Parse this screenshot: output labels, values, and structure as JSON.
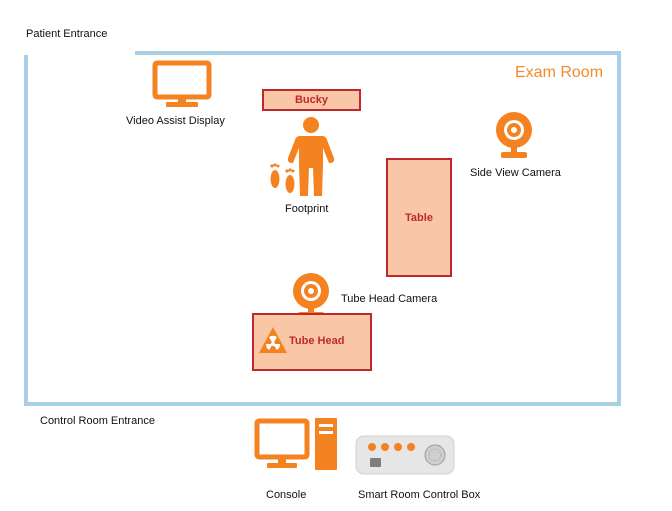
{
  "labels": {
    "patient_entrance": "Patient Entrance",
    "exam_room": "Exam Room",
    "video_assist_display": "Video Assist Display",
    "bucky": "Bucky",
    "footprint": "Footprint",
    "table": "Table",
    "side_view_camera": "Side View Camera",
    "tube_head_camera": "Tube Head Camera",
    "tube_head": "Tube Head",
    "control_room_entrance": "Control Room Entrance",
    "console": "Console",
    "smart_room_control_box": "Smart Room Control Box"
  },
  "colors": {
    "accent_orange": "#f58220",
    "box_fill": "#f9c7a6",
    "box_border": "#c0282d",
    "wall": "#a9cfe6",
    "control_box_gray": "#e6e6e6"
  },
  "icons": [
    "monitor-icon",
    "person-icon",
    "footprint-icon",
    "webcam-icon",
    "radiation-icon",
    "desktop-computer-icon",
    "control-box-icon"
  ]
}
